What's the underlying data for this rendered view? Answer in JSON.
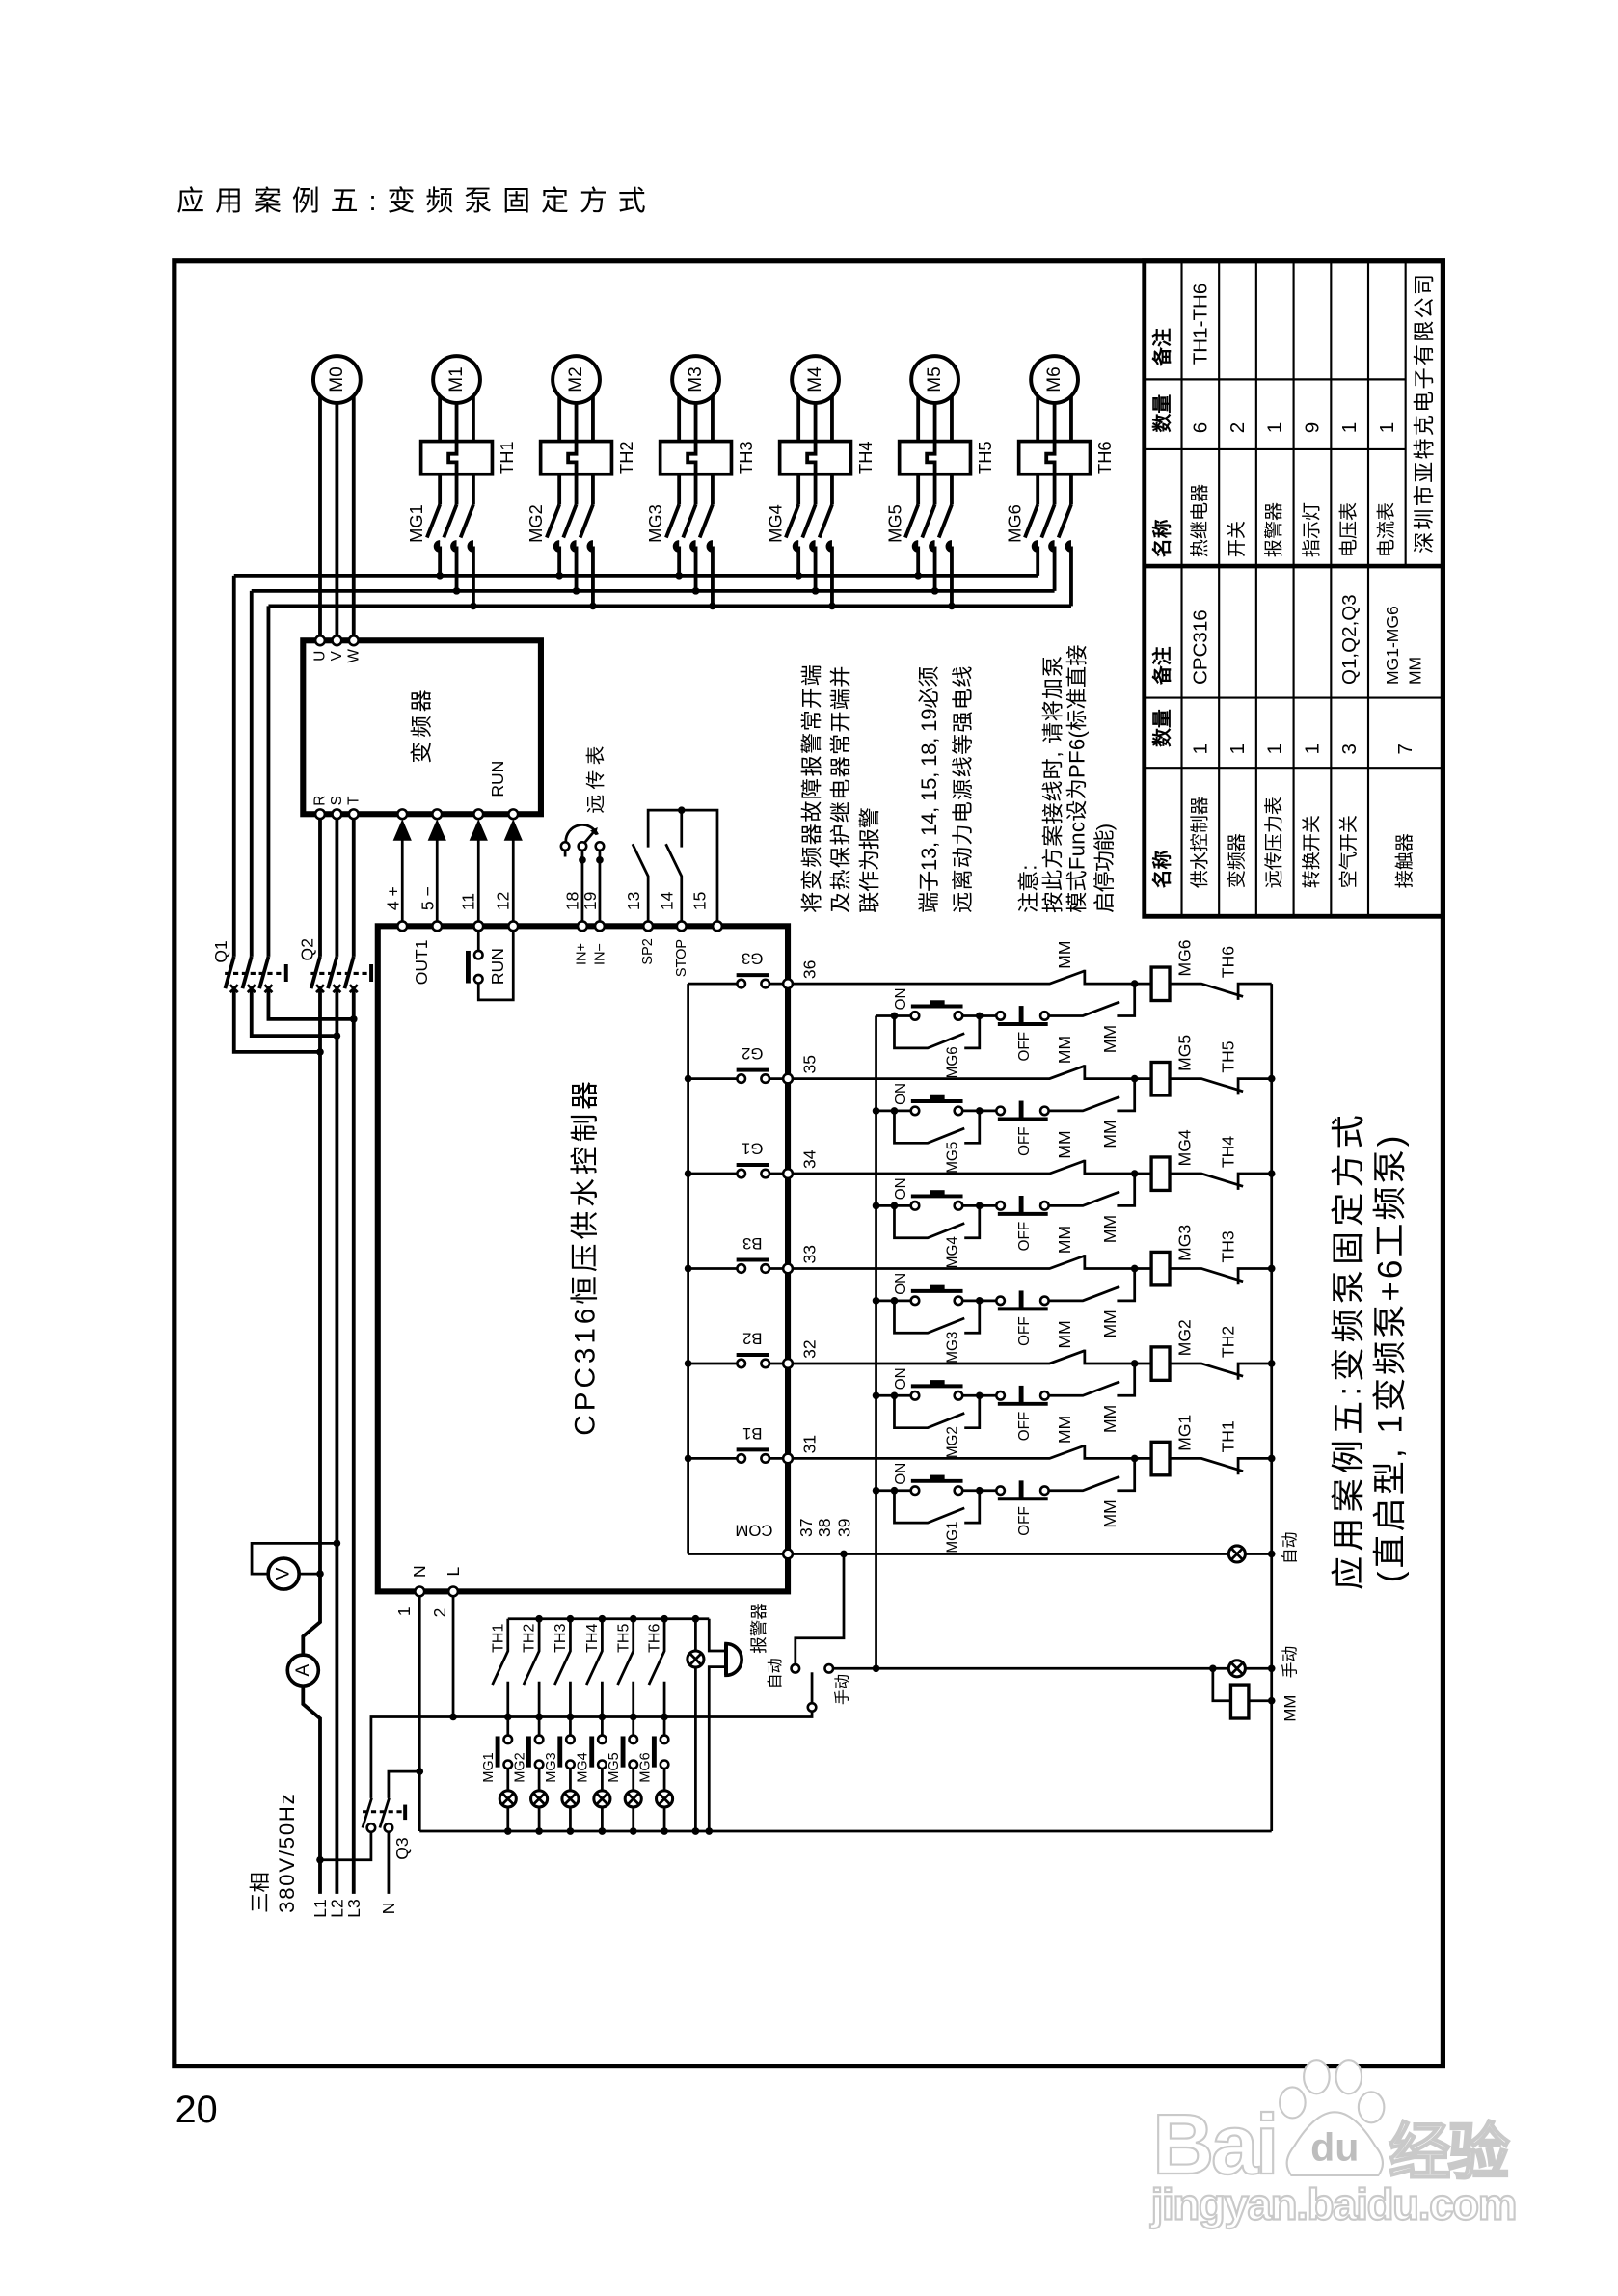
{
  "page": {
    "title": "应用案例五:变频泵固定方式",
    "page_number": "20"
  },
  "power_circuit": {
    "motors": [
      "M0",
      "M1",
      "M2",
      "M3",
      "M4",
      "M5",
      "M6"
    ],
    "thermal_relays": [
      "TH1",
      "TH2",
      "TH3",
      "TH4",
      "TH5",
      "TH6"
    ],
    "contactors": [
      "MG1",
      "MG2",
      "MG3",
      "MG4",
      "MG5",
      "MG6"
    ],
    "breakers": {
      "q1": "Q1",
      "q2": "Q2",
      "q3": "Q3"
    },
    "supply": {
      "phase": "三相",
      "rating": "380V/50Hz",
      "lines": [
        "L1",
        "L2",
        "L3",
        "N"
      ]
    },
    "meters": {
      "voltmeter": "V",
      "ammeter": "A"
    }
  },
  "inverter": {
    "name": "变频器",
    "outputs": [
      "U",
      "V",
      "W"
    ],
    "inputs": [
      "R",
      "S",
      "T"
    ],
    "run": "RUN"
  },
  "remote_gauge": {
    "label": "远传表"
  },
  "controller": {
    "name": "CPC316恒压供水控制器",
    "top_terminals": [
      "4 +",
      "5 −",
      "11",
      "12",
      "18",
      "19",
      "13",
      "14",
      "15"
    ],
    "out1": "OUT1",
    "run_button": "RUN",
    "in_plus": "IN+",
    "in_minus": "IN−",
    "sp2": "SP2",
    "stop": "STOP",
    "outputs": [
      {
        "terminal": "36",
        "relay": "G3",
        "coil": "MG6",
        "thermal": "TH6",
        "aux": "MG6"
      },
      {
        "terminal": "35",
        "relay": "G2",
        "coil": "MG5",
        "thermal": "TH5",
        "aux": "MG5"
      },
      {
        "terminal": "34",
        "relay": "G1",
        "coil": "MG4",
        "thermal": "TH4",
        "aux": "MG4"
      },
      {
        "terminal": "33",
        "relay": "B3",
        "coil": "MG3",
        "thermal": "TH3",
        "aux": "MG3"
      },
      {
        "terminal": "32",
        "relay": "B2",
        "coil": "MG2",
        "thermal": "TH2",
        "aux": "MG2"
      },
      {
        "terminal": "31",
        "relay": "B1",
        "coil": "MG1",
        "thermal": "TH1",
        "aux": "MG1"
      }
    ],
    "com_label": "COM",
    "com_terminals": [
      "37",
      "38",
      "39"
    ],
    "power_terminals": {
      "n": "N",
      "l": "L",
      "n_wire": "1",
      "l_wire": "2"
    }
  },
  "mm_contact_label": "MM",
  "manual_control": {
    "on": "ON",
    "off": "OFF",
    "interlock": "MM"
  },
  "indicator_circuit": {
    "thermal_contacts": [
      "TH1",
      "TH2",
      "TH3",
      "TH4",
      "TH5",
      "TH6"
    ],
    "aux_contacts": [
      "MG1",
      "MG2",
      "MG3",
      "MG4",
      "MG5",
      "MG6"
    ],
    "alarm": "报警器",
    "selector_auto": "自动",
    "selector_manual": "手动",
    "auto_lamp": "自动",
    "manual_lamp": "手动",
    "mm_coil": "MM"
  },
  "notes": {
    "alarm_note": [
      "将变频器故障报警常开端",
      "及热保护继电器常开端并",
      "联作为报警"
    ],
    "wiring_note": [
      "端子13, 14, 15, 18, 19必须",
      "远离动力电源线等强电线"
    ],
    "attention": [
      "注意:",
      "按此方案接线时, 请将加泵",
      "模式Func设为PF6(标准直接",
      "启停功能)"
    ]
  },
  "caption": [
    "应用案例五:变频泵固定方式",
    "(直启型, 1变频泵+6工频泵)"
  ],
  "bom": {
    "headers": {
      "name": "名称",
      "qty": "数量",
      "remark": "备注"
    },
    "list_1": [
      {
        "name": "供水控制器",
        "qty": "1",
        "remark": "CPC316"
      },
      {
        "name": "变频器",
        "qty": "1",
        "remark": ""
      },
      {
        "name": "远传压力表",
        "qty": "1",
        "remark": ""
      },
      {
        "name": "转换开关",
        "qty": "1",
        "remark": ""
      },
      {
        "name": "空气开关",
        "qty": "3",
        "remark": "Q1,Q2,Q3"
      },
      {
        "name": "接触器",
        "qty": "7",
        "remark_lines": [
          "MG1-MG6",
          "MM"
        ]
      }
    ],
    "list_2": [
      {
        "name": "热继电器",
        "qty": "6",
        "remark": "TH1-TH6"
      },
      {
        "name": "开关",
        "qty": "2",
        "remark": ""
      },
      {
        "name": "报警器",
        "qty": "1",
        "remark": ""
      },
      {
        "name": "指示灯",
        "qty": "9",
        "remark": ""
      },
      {
        "name": "电压表",
        "qty": "1",
        "remark": ""
      },
      {
        "name": "电流表",
        "qty": "1",
        "remark": ""
      }
    ],
    "company": "深圳市亚特克电子有限公司"
  },
  "watermark": {
    "brand_prefix": "Bai",
    "brand_paw": "du",
    "brand_suffix": "经验",
    "url": "jingyan.baidu.com"
  }
}
